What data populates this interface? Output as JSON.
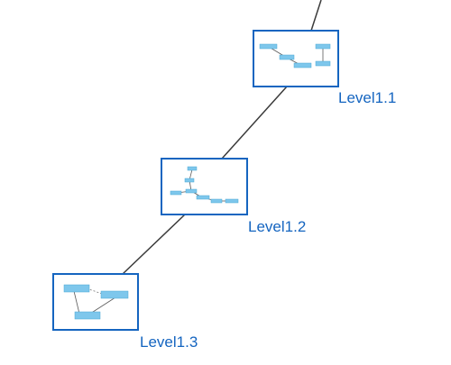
{
  "diagram": {
    "levels": [
      {
        "label": "Level1.1"
      },
      {
        "label": "Level1.2"
      },
      {
        "label": "Level1.3"
      }
    ]
  },
  "colors": {
    "box_border": "#1565c0",
    "label_text": "#1565c0",
    "connector": "#3b3b3b",
    "node_fill": "#7ec7ec"
  }
}
